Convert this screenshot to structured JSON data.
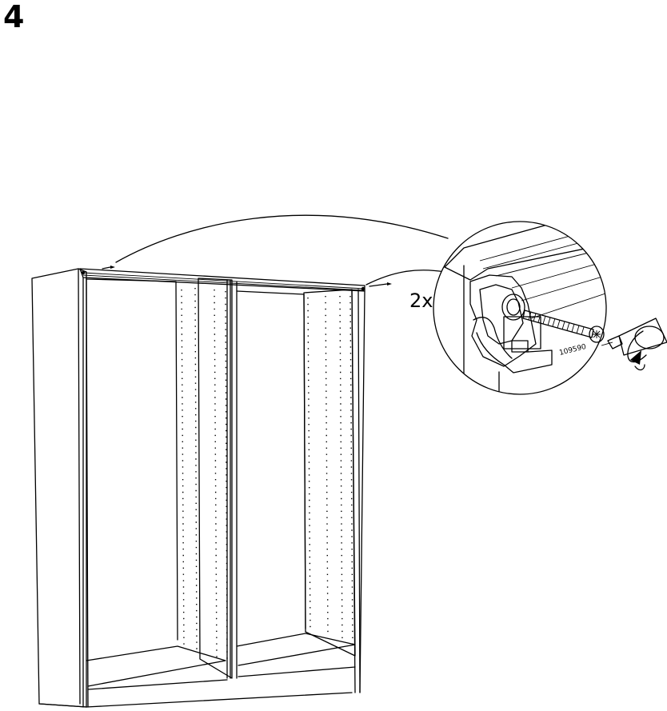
{
  "step": {
    "number": "4"
  },
  "detail": {
    "quantity": "2x",
    "part_number": "109590"
  },
  "icons": [
    "wardrobe-frame-icon",
    "rail-bracket-icon",
    "screw-icon",
    "screwdriver-icon",
    "rotate-arrow-icon"
  ]
}
